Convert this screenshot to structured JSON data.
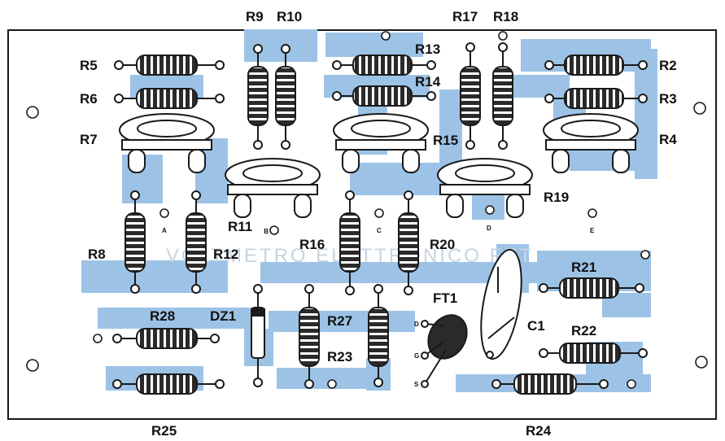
{
  "colors": {
    "board_outline": "#1a1a1a",
    "trace": "#9cc3e6",
    "silk_faint": "#c8d4e0",
    "resistor_body": "#2a2a2a",
    "label": "#111111"
  },
  "labels": {
    "R2": "R2",
    "R3": "R3",
    "R4": "R4",
    "R5": "R5",
    "R6": "R6",
    "R7": "R7",
    "R8": "R8",
    "R9": "R9",
    "R10": "R10",
    "R11": "R11",
    "R12": "R12",
    "R13": "R13",
    "R14": "R14",
    "R15": "R15",
    "R16": "R16",
    "R17": "R17",
    "R18": "R18",
    "R19": "R19",
    "R20": "R20",
    "R21": "R21",
    "R22": "R22",
    "R23": "R23",
    "R24": "R24",
    "R25": "R25",
    "R27": "R27",
    "R28": "R28",
    "DZ1": "DZ1",
    "FT1": "FT1",
    "C1": "C1"
  },
  "pads": {
    "A": "A",
    "B": "B",
    "C": "C",
    "D": "D",
    "E": "E"
  },
  "fet_pins": {
    "D": "D",
    "G": "G",
    "S": "S"
  },
  "board_title": "VOLTMETRO ELETTRONICO FET"
}
